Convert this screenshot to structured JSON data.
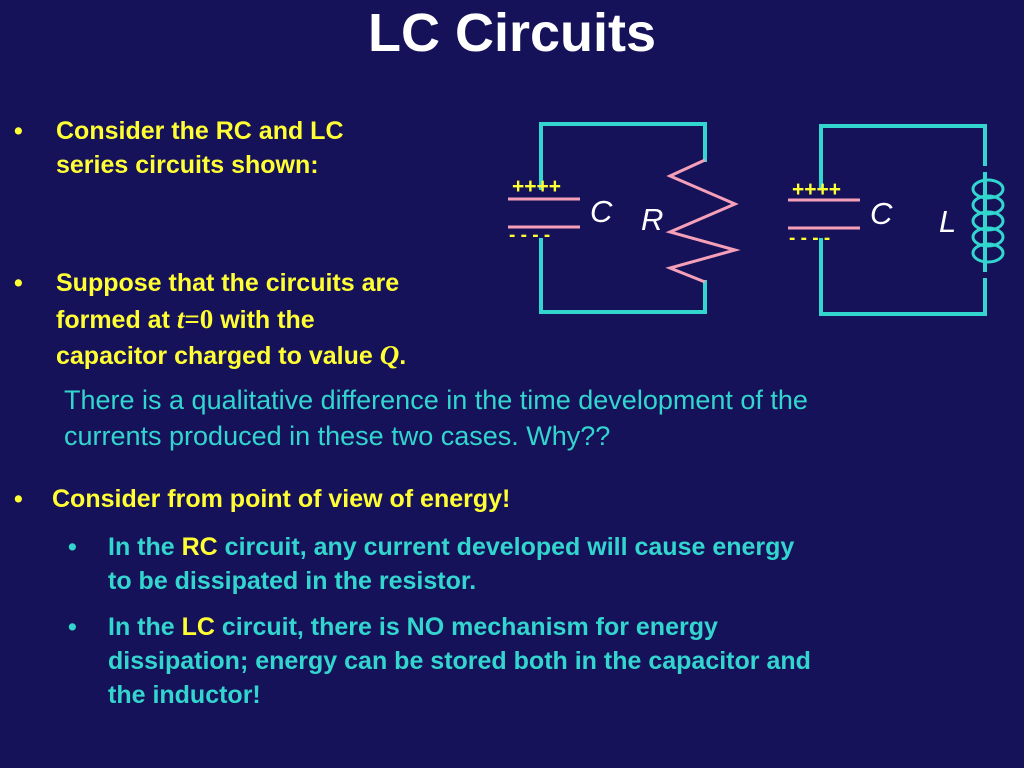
{
  "title": "LC Circuits",
  "bullet_char": "•",
  "sub_bullet_char": "•",
  "b1": {
    "line1": "Consider the RC and LC",
    "line2": "series circuits shown:"
  },
  "b2": {
    "line1": "Suppose that the circuits are",
    "line2_pre": "formed at ",
    "t": "t",
    "eq0": "=0",
    "line2_post": " with the",
    "line3_pre": "capacitor charged to value ",
    "q": "Q",
    "period": "."
  },
  "plain": {
    "line1": "There is a qualitative difference in the time development of the",
    "line2": "currents produced in these two cases.  Why??"
  },
  "b3": "Consider from point of view of energy!",
  "s1": {
    "pre": "In the ",
    "key": "RC",
    "line1_post": " circuit, any current developed will cause energy",
    "line2": "to be dissipated in the resistor."
  },
  "s2": {
    "pre": "In the ",
    "key": "LC",
    "line1_post": " circuit, there is NO mechanism for energy",
    "line2": "dissipation; energy can be stored both in the capacitor and",
    "line3": "the inductor!"
  },
  "diagram": {
    "plus": "++++",
    "minus": "- - - -",
    "cap_label": "C",
    "res_label": "R",
    "ind_label": "L"
  },
  "colors": {
    "background": "#15125a",
    "wire": "#33d6cf",
    "component": "#f5a0b8",
    "plate": "#f5a0b8",
    "charge": "#ffff33",
    "label": "#ffffff"
  }
}
